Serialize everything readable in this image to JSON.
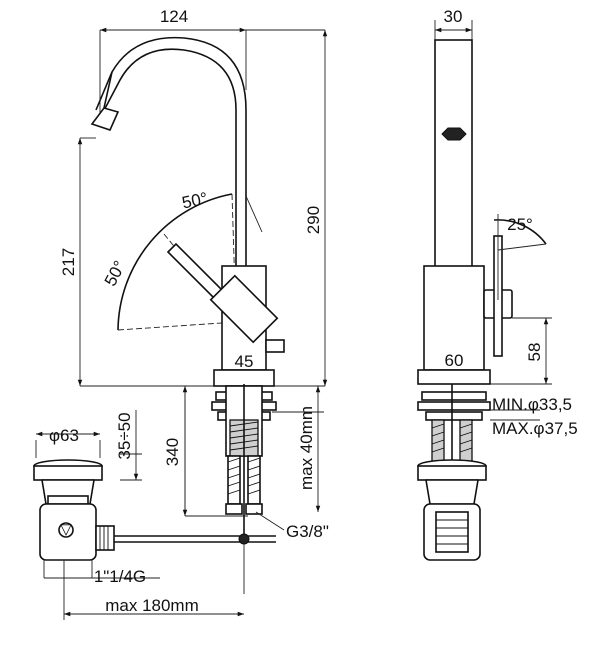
{
  "dimensions": {
    "spout_reach": "124",
    "body_width_side": "30",
    "lever_angle_top": "50°",
    "lever_angle_left": "50°",
    "lever_angle_side": "25°",
    "total_height": "290",
    "spout_height": "217",
    "base_front": "45",
    "base_side": "60",
    "lever_height": "58",
    "min_hole": "MIN.φ33,5",
    "max_hole": "MAX.φ37,5",
    "waste_diameter": "φ63",
    "waste_height": "35÷50",
    "tail_length": "340",
    "max_deck": "max 40mm",
    "connection_thread": "G3/8\"",
    "waste_thread": "1\"1/4G",
    "max_rod": "max 180mm"
  }
}
